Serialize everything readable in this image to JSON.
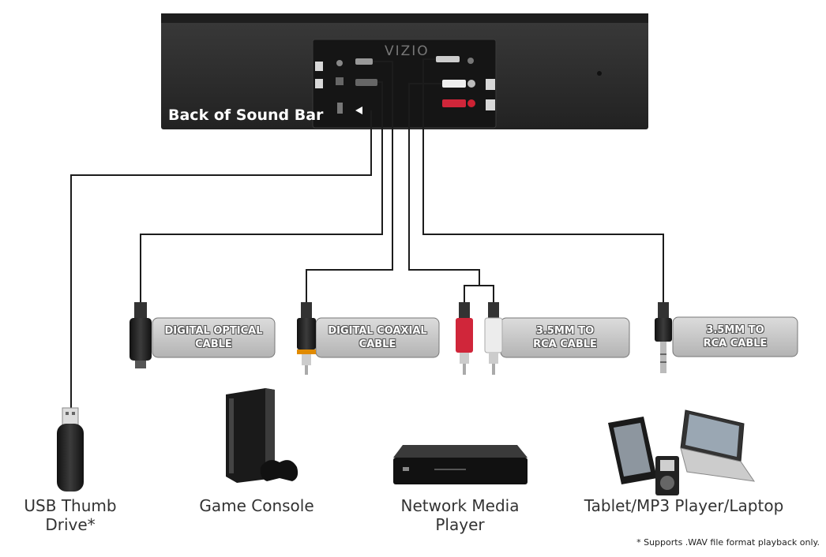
{
  "soundbar": {
    "label": "Back of Sound Bar",
    "brand": "VIZIO"
  },
  "cables": [
    {
      "id": "optical",
      "label_line1": "DIGITAL OPTICAL",
      "label_line2": "CABLE"
    },
    {
      "id": "coaxial",
      "label_line1": "DIGITAL COAXIAL",
      "label_line2": "CABLE"
    },
    {
      "id": "rca",
      "label_line1": "3.5MM TO",
      "label_line2": "RCA CABLE"
    },
    {
      "id": "aux",
      "label_line1": "3.5MM TO",
      "label_line2": "RCA CABLE"
    }
  ],
  "devices": [
    {
      "id": "usb",
      "line1": "USB Thumb",
      "line2": "Drive*",
      "icon": "usb-drive-icon"
    },
    {
      "id": "console",
      "line1": "Game Console",
      "line2": "",
      "icon": "game-console-icon"
    },
    {
      "id": "media",
      "line1": "Network Media",
      "line2": "Player",
      "icon": "media-player-icon"
    },
    {
      "id": "tablet",
      "line1": "Tablet/MP3 Player/Laptop",
      "line2": "",
      "icon": "tablet-laptop-icon"
    }
  ],
  "footnote": "*   Supports .WAV file format playback only.",
  "colors": {
    "soundbar": "#2b2b2b",
    "panel": "#1b1b1b",
    "label_box": "#c9c9c9",
    "cable": "#222222",
    "rca_red": "#d0263a",
    "rca_white": "#e8e8e8"
  }
}
